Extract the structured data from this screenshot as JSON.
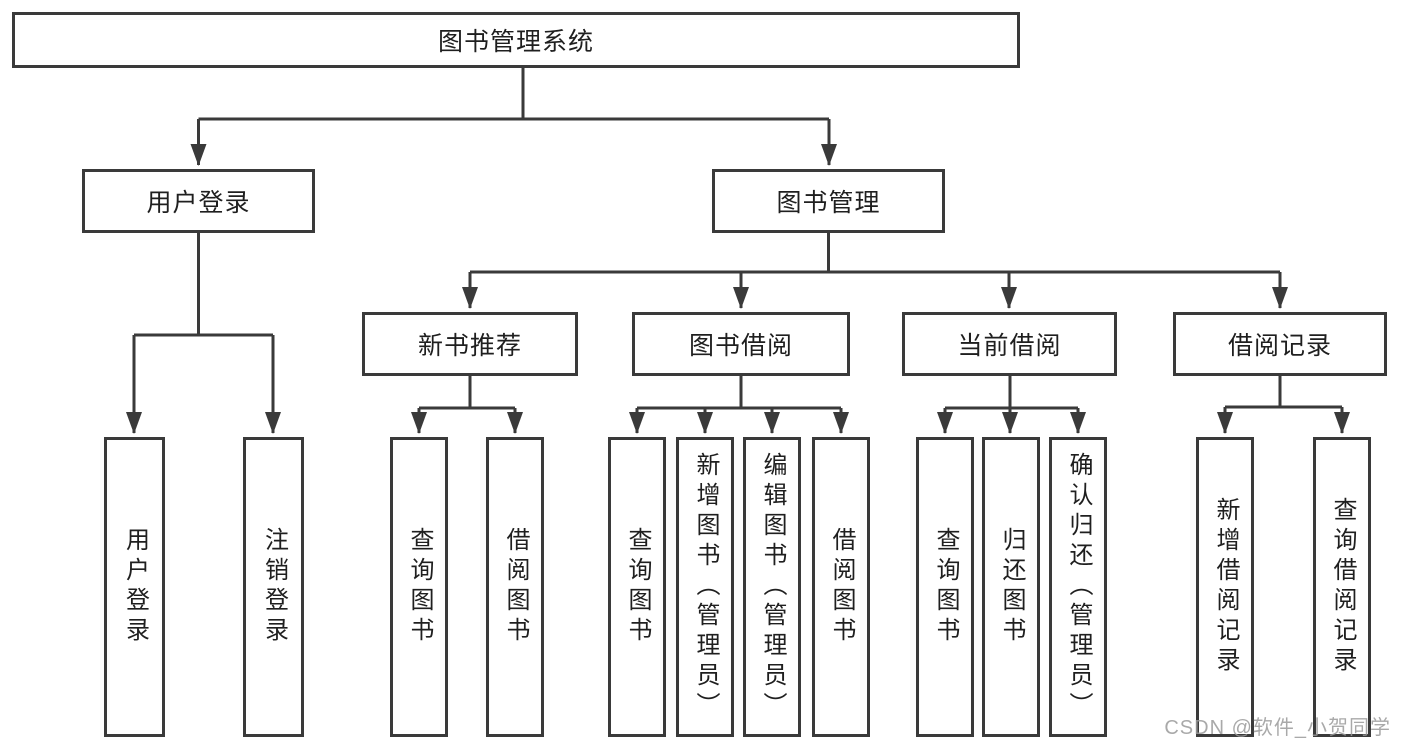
{
  "diagram_title": "图书管理系统",
  "nodes": {
    "root": "图书管理系统",
    "user_login": "用户登录",
    "book_mgmt": "图书管理",
    "new_book_rec": "新书推荐",
    "book_borrow": "图书借阅",
    "current_borrow": "当前借阅",
    "borrow_records": "借阅记录",
    "leaves": {
      "user_login": "用户登录",
      "logout": "注销登录",
      "rec_query_books": "查询图书",
      "rec_borrow_books": "借阅图书",
      "bb_query_books": "查询图书",
      "bb_add_books": "新增图书（管理员）",
      "bb_edit_books": "编辑图书（管理员）",
      "bb_borrow_books": "借阅图书",
      "cb_query_books": "查询图书",
      "cb_return_books": "归还图书",
      "cb_confirm_return": "确认归还（管理员）",
      "br_add_record": "新增借阅记录",
      "br_query_record": "查询借阅记录"
    }
  },
  "watermark": "CSDN @软件_小贺同学",
  "colors": {
    "line": "#3a3a3a",
    "text": "#1f1f1f",
    "watermark": "#9b9b9b",
    "background": "#ffffff"
  }
}
